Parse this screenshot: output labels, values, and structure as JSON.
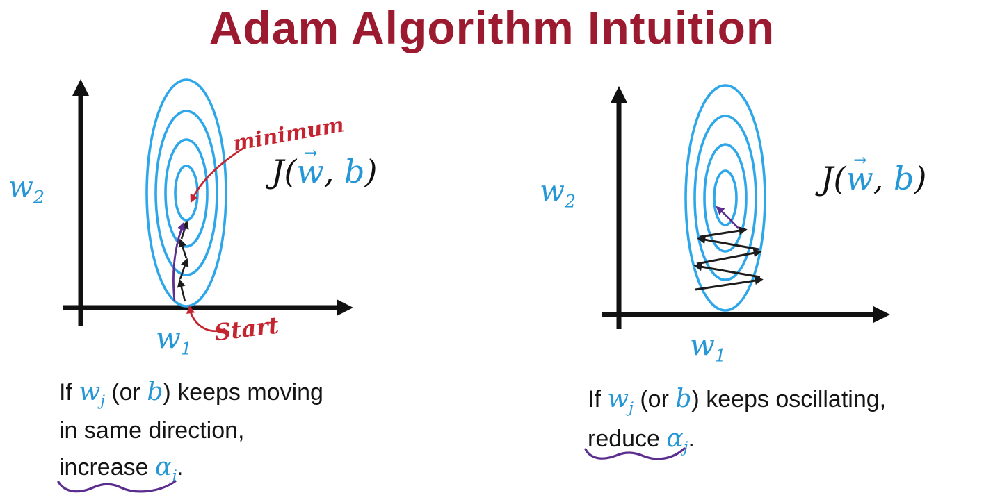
{
  "title": "Adam Algorithm Intuition",
  "colors": {
    "title": "#9c1a30",
    "math_blue": "#2596d6",
    "ellipse_blue": "#2ea7ea",
    "annotation_red": "#c42430",
    "underline_purple": "#5b2d8e",
    "arrow_black": "#1c1c1c"
  },
  "left_diagram": {
    "y_label": {
      "base": "w",
      "sub": "2"
    },
    "x_label": {
      "base": "w",
      "sub": "1"
    },
    "cost": {
      "pre": "J(",
      "vec": "→",
      "w": "w",
      "comma": ", ",
      "b": "b",
      "post": ")"
    },
    "minimum": "minimum",
    "start": "Start"
  },
  "right_diagram": {
    "y_label": {
      "base": "w",
      "sub": "2"
    },
    "x_label": {
      "base": "w",
      "sub": "1"
    },
    "cost": {
      "pre": "J(",
      "vec": "→",
      "w": "w",
      "comma": ", ",
      "b": "b",
      "post": ")"
    }
  },
  "left_caption": {
    "l1_a": "If ",
    "w": "w",
    "w_sub": "j",
    "l1_b": " (or ",
    "b": "b",
    "l1_c": ") keeps moving",
    "l2": "in same direction,",
    "l3_a": "increase ",
    "alpha": "α",
    "alpha_sub": "j",
    "l3_b": "."
  },
  "right_caption": {
    "l1_a": "If ",
    "w": "w",
    "w_sub": "j",
    "l1_b": " (or ",
    "b": "b",
    "l1_c": ") keeps oscillating,",
    "l2_a": "reduce ",
    "alpha": "α",
    "alpha_sub": "j",
    "l2_b": "."
  }
}
